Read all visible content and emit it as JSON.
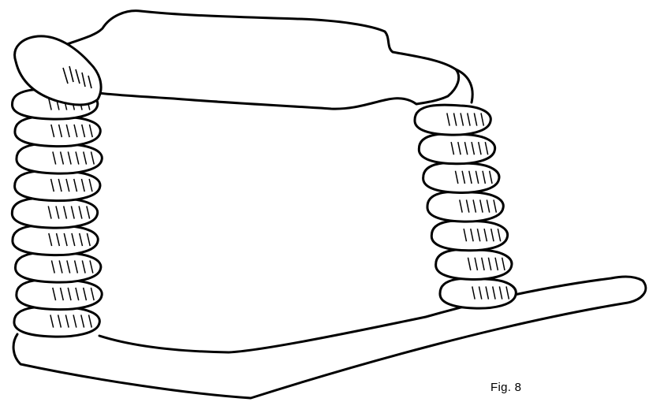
{
  "figure": {
    "caption": "Fig. 8",
    "ink_color": "#000000",
    "background_color": "#ffffff",
    "left_coil_count": 9,
    "right_coil_count": 7
  }
}
